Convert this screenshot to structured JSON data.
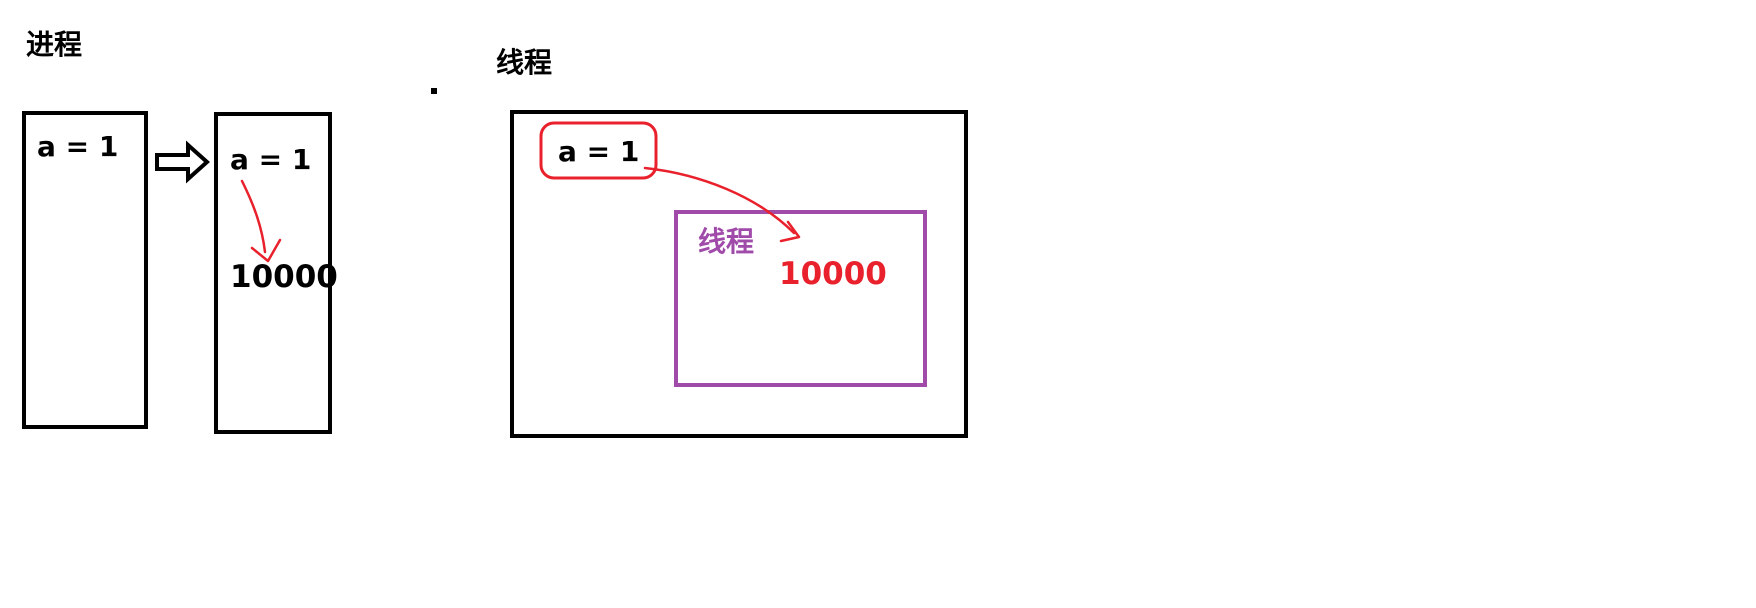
{
  "diagram": {
    "process_title": "进程",
    "thread_title": "线程",
    "process": {
      "original_value": "a = 1",
      "copy_value": "a = 1",
      "modified_value": "10000"
    },
    "thread": {
      "shared_value": "a = 1",
      "inner_title": "线程",
      "modified_value": "10000"
    }
  },
  "colors": {
    "outline": "#000000",
    "arrow_red": "#e8212c",
    "thread_purple": "#a04aaa"
  }
}
